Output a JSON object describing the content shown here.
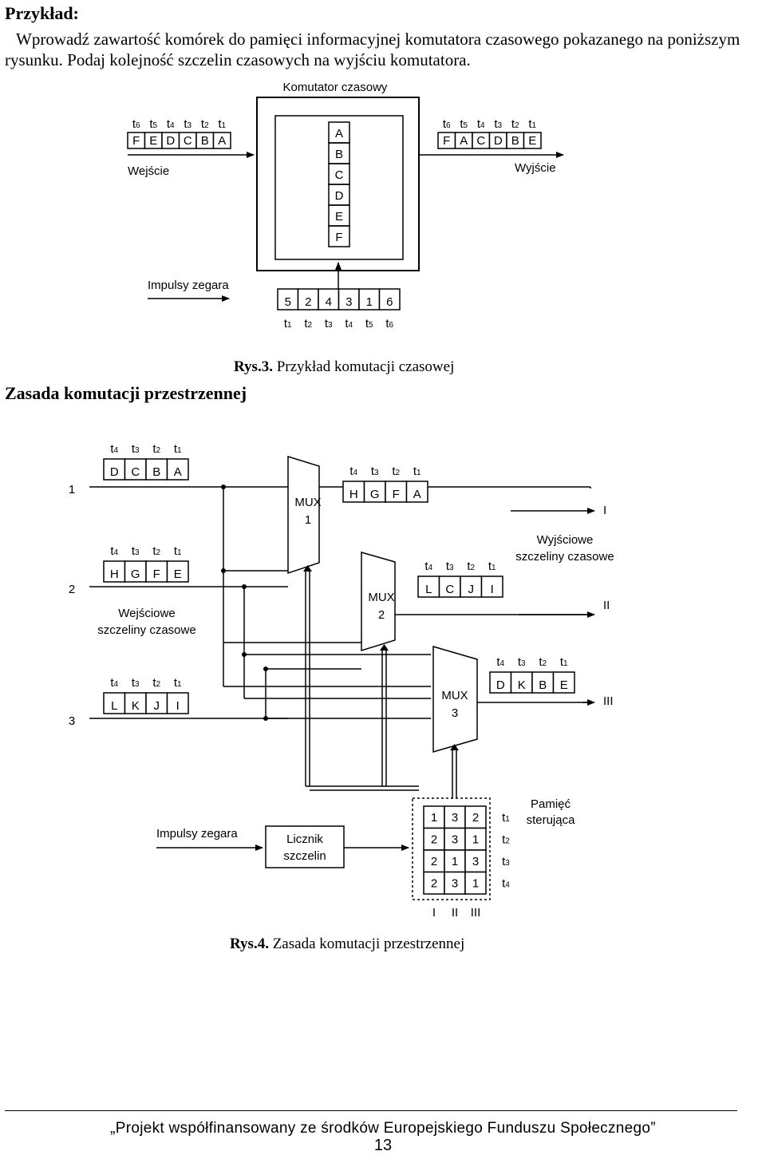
{
  "heading_example": "Przykład:",
  "paragraph": "Wprowadź zawartość komórek do pamięci informacyjnej komutatora czasowego pokazanego na poniższym rysunku. Podaj kolejność szczelin czasowych na wyjściu komutatora.",
  "heading_section": "Zasada komutacji przestrzennej",
  "fig3": {
    "title": "Komutator czasowy",
    "input_slots": [
      "t6",
      "t5",
      "t4",
      "t3",
      "t2",
      "t1"
    ],
    "input_cells": [
      "F",
      "E",
      "D",
      "C",
      "B",
      "A"
    ],
    "input_label": "Wejście",
    "memory_cells": [
      "A",
      "B",
      "C",
      "D",
      "E",
      "F"
    ],
    "output_slots": [
      "t6",
      "t5",
      "t4",
      "t3",
      "t2",
      "t1"
    ],
    "output_cells": [
      "F",
      "A",
      "C",
      "D",
      "B",
      "E"
    ],
    "output_label": "Wyjście",
    "clock_label": "Impulsy zegara",
    "control_cells": [
      "5",
      "2",
      "4",
      "3",
      "1",
      "6"
    ],
    "control_slots": [
      "t1",
      "t2",
      "t3",
      "t4",
      "t5",
      "t6"
    ],
    "caption_bold": "Rys.3.",
    "caption_text": " Przykład komutacji czasowej"
  },
  "fig4": {
    "input_lines": [
      {
        "number": "1",
        "slots": [
          "t4",
          "t3",
          "t2",
          "t1"
        ],
        "cells": [
          "D",
          "C",
          "B",
          "A"
        ]
      },
      {
        "number": "2",
        "slots": [
          "t4",
          "t3",
          "t2",
          "t1"
        ],
        "cells": [
          "H",
          "G",
          "F",
          "E"
        ]
      },
      {
        "number": "3",
        "slots": [
          "t4",
          "t3",
          "t2",
          "t1"
        ],
        "cells": [
          "L",
          "K",
          "J",
          "I"
        ]
      }
    ],
    "input_caption": [
      "Wejściowe",
      "szczeliny czasowe"
    ],
    "mux": [
      {
        "label": "MUX",
        "number": "1"
      },
      {
        "label": "MUX",
        "number": "2"
      },
      {
        "label": "MUX",
        "number": "3"
      }
    ],
    "outputs": [
      {
        "roman": "I",
        "slots": [
          "t4",
          "t3",
          "t2",
          "t1"
        ],
        "cells": [
          "H",
          "G",
          "F",
          "A"
        ]
      },
      {
        "roman": "II",
        "slots": [
          "t4",
          "t3",
          "t2",
          "t1"
        ],
        "cells": [
          "L",
          "C",
          "J",
          "I"
        ]
      },
      {
        "roman": "III",
        "slots": [
          "t4",
          "t3",
          "t2",
          "t1"
        ],
        "cells": [
          "D",
          "K",
          "B",
          "E"
        ]
      }
    ],
    "output_caption": [
      "Wyjściowe",
      "szczeliny czasowe"
    ],
    "clock_label": "Impulsy zegara",
    "counter_label": [
      "Licznik",
      "szczelin"
    ],
    "memory_label": [
      "Pamięć",
      "sterująca"
    ],
    "control_rows": [
      {
        "values": [
          "1",
          "3",
          "2"
        ],
        "slot": "t1"
      },
      {
        "values": [
          "2",
          "3",
          "1"
        ],
        "slot": "t2"
      },
      {
        "values": [
          "2",
          "1",
          "3"
        ],
        "slot": "t3"
      },
      {
        "values": [
          "2",
          "3",
          "1"
        ],
        "slot": "t4"
      }
    ],
    "control_columns": [
      "I",
      "II",
      "III"
    ],
    "caption_bold": "Rys.4.",
    "caption_text": " Zasada komutacji przestrzennej"
  },
  "footer": {
    "text": "„Projekt współfinansowany ze środków Europejskiego Funduszu Społecznego”",
    "page_number": "13"
  }
}
